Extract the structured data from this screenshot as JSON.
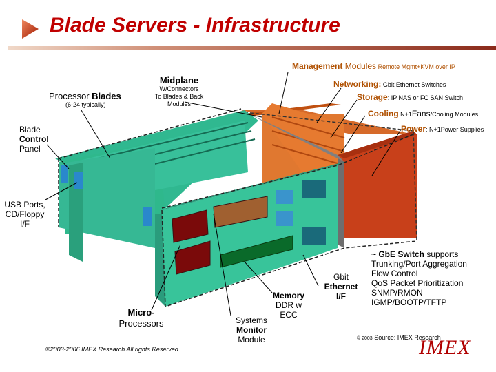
{
  "title": "Blade Servers - Infrastructure",
  "labels": {
    "management_bold": "Management",
    "management_rest": " Modules",
    "management_small": " Remote Mgmt+KVM over IP",
    "networking_bold": "Networking:",
    "networking_small": " Gbit Ethernet Switches",
    "storage_bold": "Storage",
    "storage_small": ": IP NAS or FC SAN Switch",
    "cooling_bold": "Cooling",
    "cooling_small1": " N+1",
    "cooling_mid": "Fans",
    "cooling_small2": "/Cooling Modules",
    "power_bold": "Power",
    "power_small": ": N+1Power Supplies",
    "midplane_title": "Midplane",
    "midplane_sub1": "W/Connectors",
    "midplane_sub2": "To Blades & Back",
    "midplane_sub3": "Modules",
    "processor_pre": "Processor ",
    "processor_bold": "Blades",
    "processor_sub": "(6-24 typically)",
    "blade_1": "Blade",
    "blade_2": "Control",
    "blade_3": "Panel",
    "usb_1": "USB Ports,",
    "usb_2": "CD/Floppy",
    "usb_3": "I/F",
    "micro_1": "Micro-",
    "micro_2": "Processors",
    "sysmon_1": "Systems",
    "sysmon_2": "Monitor",
    "sysmon_3": "Module",
    "memory_1": "Memory",
    "memory_2": "DDR w",
    "memory_3": "ECC",
    "gbit_1": "Gbit",
    "gbit_2": "Ethernet",
    "gbit_3": "I/F",
    "switch_title": "~ GbE Switch",
    "switch_title_rest": " supports",
    "switch_items": [
      "Trunking/Port Aggregation",
      "Flow Control",
      "QoS Packet Prioritization",
      "SNMP/RMON",
      "IGMP/BOOTP/TFTP"
    ]
  },
  "footer": {
    "copyright": "©2003-2006 IMEX Research All rights Reserved",
    "source_prefix": "© 2003",
    "source": " Source: IMEX Research",
    "logo": "IMEX"
  }
}
